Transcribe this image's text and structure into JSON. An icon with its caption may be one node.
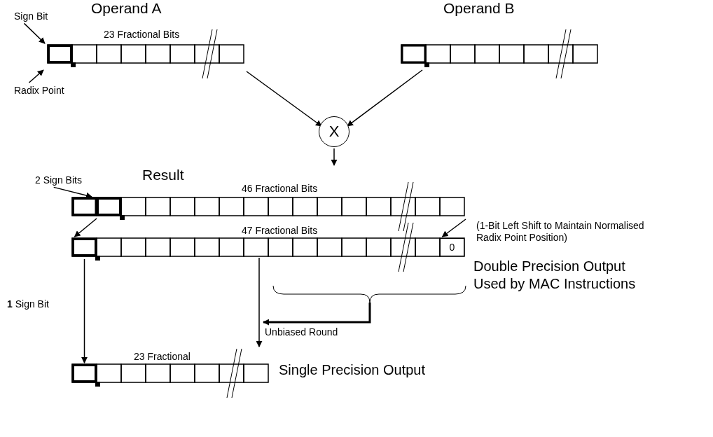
{
  "diagram": {
    "nodes": [
      {
        "text": [
          "Operand A",
          "23 Fractional Bits"
        ]
      },
      {
        "text": [],
        "shape": "box",
        "in": 0
      },
      {
        "text": [
          "Sign Bit"
        ]
      },
      {
        "text": [
          "Radix Point"
        ]
      },
      {
        "text": [
          "Operand B"
        ]
      },
      {
        "text": [
          "X"
        ]
      },
      {
        "text": [
          "Result",
          "46 Fractional Bits"
        ]
      },
      {
        "text": [],
        "shape": "box",
        "in": 6
      },
      {
        "text": [
          "2 Sign Bits"
        ]
      },
      {
        "text": [
          "47 Fractional Bits"
        ],
        "beside": [
          "Double Precision Output Used by MAC Instructions"
        ]
      },
      {
        "text": [],
        "shape": "box",
        "in": 9
      },
      {
        "text": [
          "0"
        ],
        "in": 9
      },
      {
        "text": [
          "23 Fractional"
        ],
        "beside": [
          "Single Precision Output"
        ]
      },
      {
        "text": [],
        "shape": "box",
        "in": 12
      }
    ],
    "edges": [
      {
        "from": 0,
        "to": 5,
        "arrow": "to"
      },
      {
        "from": 4,
        "to": 5,
        "arrow": "to"
      },
      {
        "from": 5,
        "to": 6,
        "arrow": "to"
      },
      {
        "from": 2,
        "to": 1,
        "arrow": "to"
      },
      {
        "from": 3,
        "to": null,
        "arrow": "to"
      },
      {
        "from": 8,
        "to": 7,
        "arrow": "to"
      },
      {
        "from": 7,
        "to": 10,
        "arrow": "to"
      },
      {
        "from": 6,
        "to": 11,
        "arrow": "to"
      },
      {
        "from": 10,
        "to": 13,
        "arrow": "to"
      },
      {
        "from": 9,
        "to": 12,
        "arrow": "to"
      }
    ],
    "labels": [
      "(1-Bit Left Shift to Maintain Normalised Radix Point Position)",
      "**1** Sign Bit",
      "Unbiased Round"
    ]
  }
}
